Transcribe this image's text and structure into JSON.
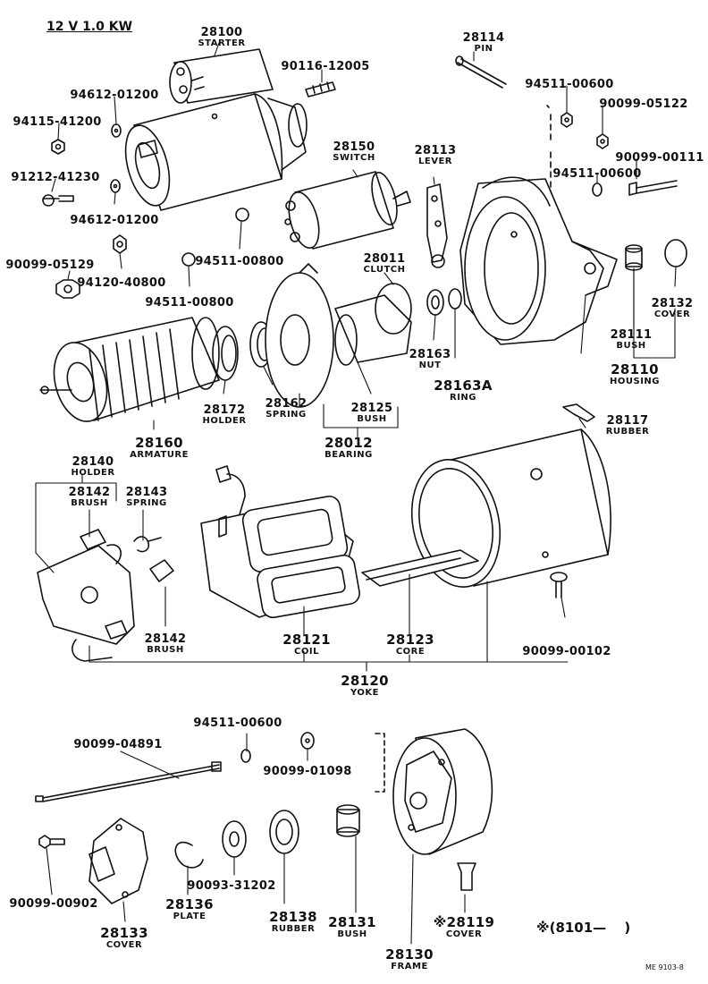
{
  "title": "12 V 1.0 KW",
  "note": "※(8101—　 )",
  "ref": "ME 9103-8",
  "labels": [
    {
      "id": "28100",
      "num": "28100",
      "name": "STARTER"
    },
    {
      "id": "94612-01200a",
      "num": "94612-01200",
      "name": ""
    },
    {
      "id": "94115-41200",
      "num": "94115-41200",
      "name": ""
    },
    {
      "id": "91212-41230",
      "num": "91212-41230",
      "name": ""
    },
    {
      "id": "94612-01200b",
      "num": "94612-01200",
      "name": ""
    },
    {
      "id": "90099-05129",
      "num": "90099-05129",
      "name": ""
    },
    {
      "id": "94120-40800",
      "num": "94120-40800",
      "name": ""
    },
    {
      "id": "94511-00800a",
      "num": "94511-00800",
      "name": ""
    },
    {
      "id": "94511-00800b",
      "num": "94511-00800",
      "name": ""
    },
    {
      "id": "90116-12005",
      "num": "90116-12005",
      "name": ""
    },
    {
      "id": "28114",
      "num": "28114",
      "name": "PIN"
    },
    {
      "id": "94511-00600a",
      "num": "94511-00600",
      "name": ""
    },
    {
      "id": "90099-05122",
      "num": "90099-05122",
      "name": ""
    },
    {
      "id": "90099-00111",
      "num": "90099-00111",
      "name": ""
    },
    {
      "id": "94511-00600b",
      "num": "94511-00600",
      "name": ""
    },
    {
      "id": "28150",
      "num": "28150",
      "name": "SWITCH"
    },
    {
      "id": "28113",
      "num": "28113",
      "name": "LEVER"
    },
    {
      "id": "28011",
      "num": "28011",
      "name": "CLUTCH"
    },
    {
      "id": "28132",
      "num": "28132",
      "name": "COVER"
    },
    {
      "id": "28111",
      "num": "28111",
      "name": "BUSH"
    },
    {
      "id": "28110",
      "num": "28110",
      "name": "HOUSING"
    },
    {
      "id": "28163",
      "num": "28163",
      "name": "NUT"
    },
    {
      "id": "28163A",
      "num": "28163A",
      "name": "RING"
    },
    {
      "id": "28172",
      "num": "28172",
      "name": "HOLDER"
    },
    {
      "id": "28162",
      "num": "28162",
      "name": "SPRING"
    },
    {
      "id": "28125",
      "num": "28125",
      "name": "BUSH"
    },
    {
      "id": "28012",
      "num": "28012",
      "name": "BEARING"
    },
    {
      "id": "28160",
      "num": "28160",
      "name": "ARMATURE"
    },
    {
      "id": "28117",
      "num": "28117",
      "name": "RUBBER"
    },
    {
      "id": "28140",
      "num": "28140",
      "name": "HOLDER"
    },
    {
      "id": "28142a",
      "num": "28142",
      "name": "BRUSH"
    },
    {
      "id": "28143",
      "num": "28143",
      "name": "SPRING"
    },
    {
      "id": "28142b",
      "num": "28142",
      "name": "BRUSH"
    },
    {
      "id": "28121",
      "num": "28121",
      "name": "COIL"
    },
    {
      "id": "28123",
      "num": "28123",
      "name": "CORE"
    },
    {
      "id": "90099-00102",
      "num": "90099-00102",
      "name": ""
    },
    {
      "id": "28120",
      "num": "28120",
      "name": "YOKE"
    },
    {
      "id": "94511-00600c",
      "num": "94511-00600",
      "name": ""
    },
    {
      "id": "90099-04891",
      "num": "90099-04891",
      "name": ""
    },
    {
      "id": "90099-01098",
      "num": "90099-01098",
      "name": ""
    },
    {
      "id": "90099-00902",
      "num": "90099-00902",
      "name": ""
    },
    {
      "id": "28133",
      "num": "28133",
      "name": "COVER"
    },
    {
      "id": "28136",
      "num": "28136",
      "name": "PLATE"
    },
    {
      "id": "90093-31202",
      "num": "90093-31202",
      "name": ""
    },
    {
      "id": "28138",
      "num": "28138",
      "name": "RUBBER"
    },
    {
      "id": "28131",
      "num": "28131",
      "name": "BUSH"
    },
    {
      "id": "28119",
      "num": "※28119",
      "name": "COVER"
    },
    {
      "id": "28130",
      "num": "28130",
      "name": "FRAME"
    }
  ]
}
